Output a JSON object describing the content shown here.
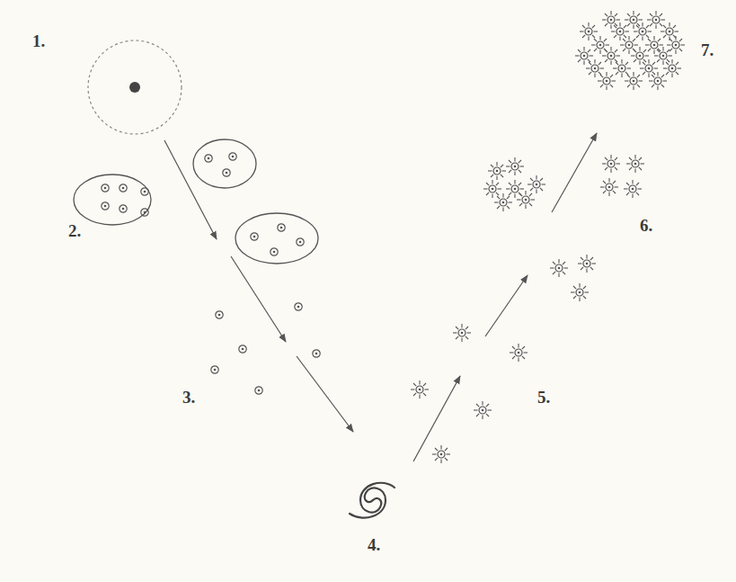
{
  "diagram": {
    "labels": [
      "1.",
      "2.",
      "3.",
      "4.",
      "5.",
      "6.",
      "7."
    ]
  }
}
